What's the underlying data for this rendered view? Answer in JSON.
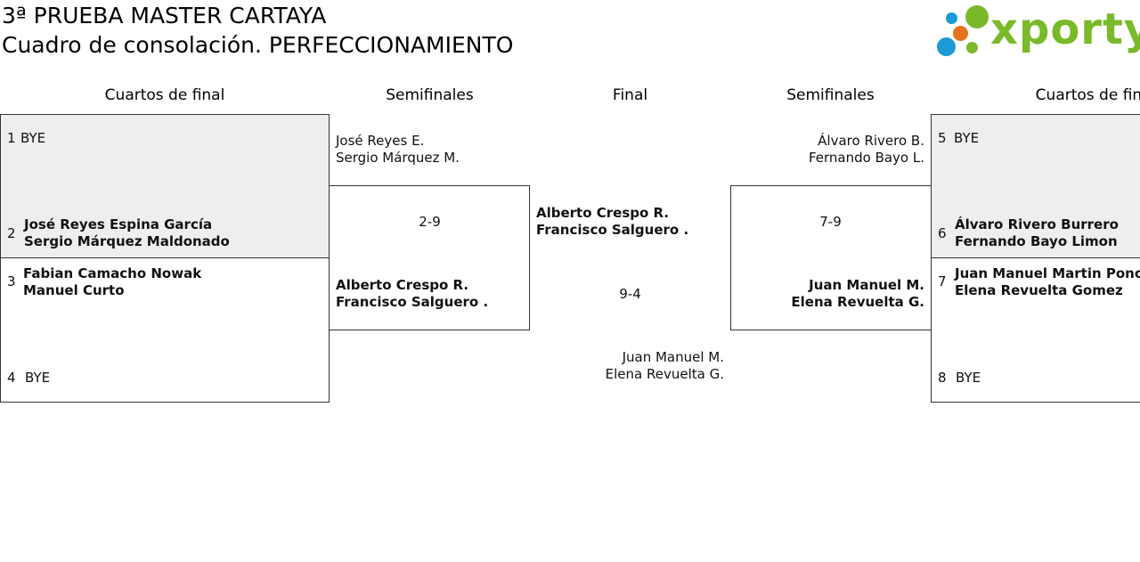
{
  "header": {
    "title": "3ª PRUEBA MASTER CARTAYA",
    "subtitle": "Cuadro de consolación. PERFECCIONAMIENTO"
  },
  "logo": {
    "word": "xporty",
    "icon": "colored-dots-logo-icon",
    "colors": {
      "green": "#7ab929",
      "blue": "#1b9ad6",
      "orange": "#e8711c"
    }
  },
  "rounds": {
    "qf_left": "Cuartos de final",
    "sf_left": "Semifinales",
    "final": "Final",
    "sf_right": "Semifinales",
    "qf_right": "Cuartos de final"
  },
  "qf_left": [
    {
      "seed": "1",
      "player1": "BYE",
      "player2": ""
    },
    {
      "seed": "2",
      "player1": "José Reyes Espina García",
      "player2": "Sergio Márquez Maldonado"
    },
    {
      "seed": "3",
      "player1": "Fabian Camacho Nowak",
      "player2": "Manuel Curto"
    },
    {
      "seed": "4",
      "player1": "BYE",
      "player2": ""
    }
  ],
  "qf_right": [
    {
      "seed": "5",
      "player1": "BYE",
      "player2": ""
    },
    {
      "seed": "6",
      "player1": "Álvaro Rivero Burrero",
      "player2": "Fernando Bayo Limon"
    },
    {
      "seed": "7",
      "player1": "Juan Manuel Martin Ponce",
      "player2": "Elena Revuelta Gomez"
    },
    {
      "seed": "8",
      "player1": "BYE",
      "player2": ""
    }
  ],
  "sf_left": {
    "top": {
      "player1": "José Reyes E.",
      "player2": "Sergio Márquez M."
    },
    "score": "2-9",
    "bottom": {
      "player1": "Alberto Crespo R.",
      "player2": "Francisco Salguero ."
    }
  },
  "sf_right": {
    "top": {
      "player1": "Álvaro Rivero B.",
      "player2": "Fernando Bayo L."
    },
    "score": "7-9",
    "bottom": {
      "player1": "Juan Manuel M.",
      "player2": "Elena Revuelta G."
    }
  },
  "final": {
    "top": {
      "player1": "Alberto Crespo R.",
      "player2": "Francisco Salguero ."
    },
    "score": "9-4",
    "bottom": {
      "player1": "Juan Manuel M.",
      "player2": "Elena Revuelta G."
    }
  }
}
